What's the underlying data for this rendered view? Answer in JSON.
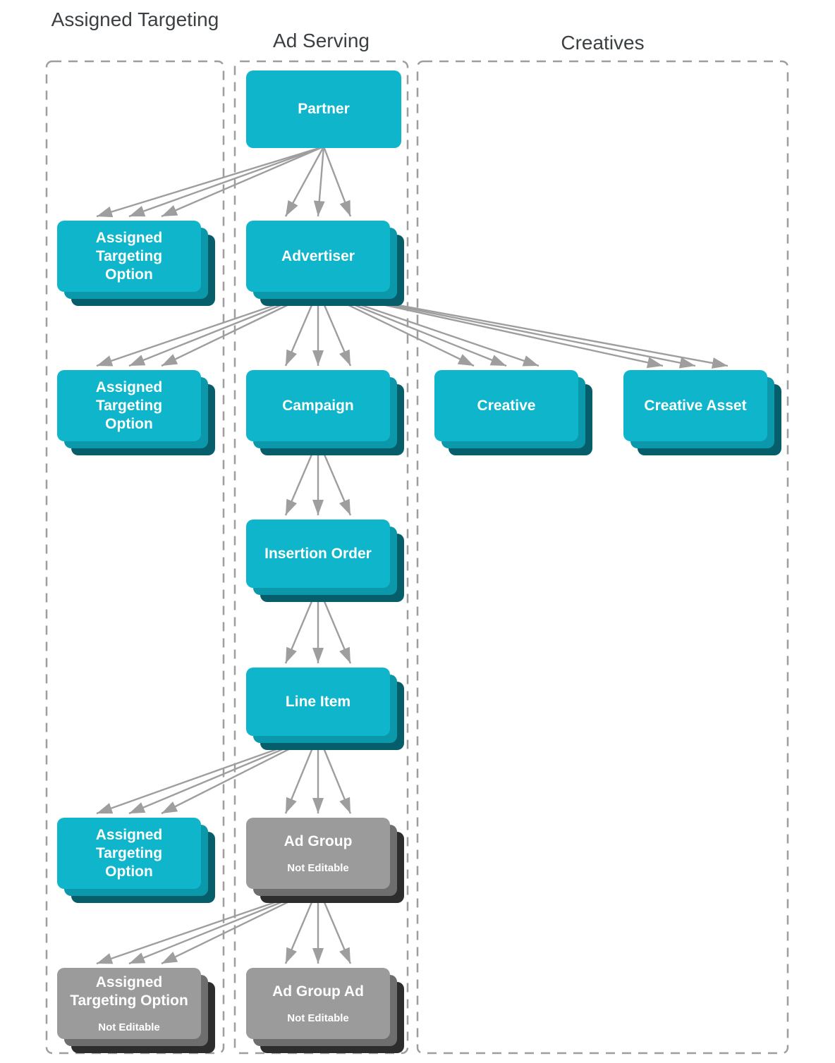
{
  "columns": [
    {
      "id": "assigned-targeting",
      "title": "Assigned Targeting"
    },
    {
      "id": "ad-serving",
      "title": "Ad Serving"
    },
    {
      "id": "creatives",
      "title": "Creatives"
    }
  ],
  "nodes": [
    {
      "id": "partner",
      "label": "Partner",
      "sublabel": "",
      "color": "cyan",
      "column": "ad-serving"
    },
    {
      "id": "ato1",
      "label": "Assigned\nTargeting\nOption",
      "sublabel": "",
      "color": "cyan",
      "column": "assigned-targeting"
    },
    {
      "id": "advertiser",
      "label": "Advertiser",
      "sublabel": "",
      "color": "cyan",
      "column": "ad-serving"
    },
    {
      "id": "ato2",
      "label": "Assigned\nTargeting\nOption",
      "sublabel": "",
      "color": "cyan",
      "column": "assigned-targeting"
    },
    {
      "id": "campaign",
      "label": "Campaign",
      "sublabel": "",
      "color": "cyan",
      "column": "ad-serving"
    },
    {
      "id": "creative",
      "label": "Creative",
      "sublabel": "",
      "color": "cyan",
      "column": "creatives"
    },
    {
      "id": "creative_asset",
      "label": "Creative Asset",
      "sublabel": "",
      "color": "cyan",
      "column": "creatives"
    },
    {
      "id": "insertion_order",
      "label": "Insertion Order",
      "sublabel": "",
      "color": "cyan",
      "column": "ad-serving"
    },
    {
      "id": "line_item",
      "label": "Line Item",
      "sublabel": "",
      "color": "cyan",
      "column": "ad-serving"
    },
    {
      "id": "ato3",
      "label": "Assigned\nTargeting\nOption",
      "sublabel": "",
      "color": "cyan",
      "column": "assigned-targeting"
    },
    {
      "id": "ad_group",
      "label": "Ad Group",
      "sublabel": "Not Editable",
      "color": "gray",
      "column": "ad-serving"
    },
    {
      "id": "ato4",
      "label": "Assigned\nTargeting Option",
      "sublabel": "Not Editable",
      "color": "gray",
      "column": "assigned-targeting"
    },
    {
      "id": "ad_group_ad",
      "label": "Ad Group Ad",
      "sublabel": "Not Editable",
      "color": "gray",
      "column": "ad-serving"
    }
  ],
  "edges": [
    {
      "from": "partner",
      "to": "ato1"
    },
    {
      "from": "partner",
      "to": "advertiser"
    },
    {
      "from": "advertiser",
      "to": "ato2"
    },
    {
      "from": "advertiser",
      "to": "campaign"
    },
    {
      "from": "advertiser",
      "to": "creative"
    },
    {
      "from": "advertiser",
      "to": "creative_asset"
    },
    {
      "from": "campaign",
      "to": "insertion_order"
    },
    {
      "from": "insertion_order",
      "to": "line_item"
    },
    {
      "from": "line_item",
      "to": "ato3"
    },
    {
      "from": "line_item",
      "to": "ad_group"
    },
    {
      "from": "ad_group",
      "to": "ato4"
    },
    {
      "from": "ad_group",
      "to": "ad_group_ad"
    }
  ],
  "colors": {
    "box_cyan": "#0FB6CB",
    "box_cyan_mid": "#0B98AA",
    "box_cyan_back": "#065E6B",
    "box_gray": "#9B9B9B",
    "box_gray_mid": "#6E6E6E",
    "box_gray_back": "#2D2D2D",
    "arrow": "#9E9E9E",
    "panel_border": "#9E9E9E",
    "header_text": "#3C4043",
    "node_text": "#FFFFFF"
  }
}
